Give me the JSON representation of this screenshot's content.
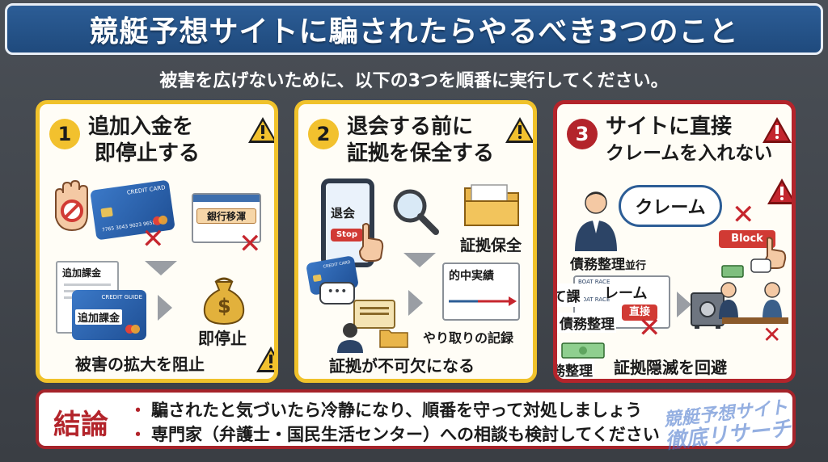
{
  "title": "競艇予想サイトに騙されたらやるべき3つのこと",
  "subtitle": "被害を広げないために、以下の3つを順番に実行してください。",
  "cards": [
    {
      "num": "1",
      "title_line1": "追加入金を",
      "title_line2": "即停止する",
      "labels": {
        "credit_card": "CREDIT CARD",
        "card_number": "7765 3043 9023 9658",
        "bank_transfer": "銀行移渾",
        "extra_charge_doc": "追加課金",
        "credit_guide": "CREDIT GUIDE",
        "extra_charge_card": "追加課金",
        "dollar": "$",
        "stop": "即停止",
        "footer": "被害の拡大を阻止"
      }
    },
    {
      "num": "2",
      "title_line1": "退会する前に",
      "title_line2": "証拠を保全する",
      "labels": {
        "withdraw": "退会",
        "stop_button": "Stop",
        "credit_card": "CREDIT CARD",
        "evidence_save": "証拠保全",
        "hit_record": "的中実績",
        "message_record": "やり取りの記録",
        "footer": "証拠が不可欠になる"
      }
    },
    {
      "num": "3",
      "title_line1": "サイトに直接",
      "title_line2": "クレームを入れない",
      "labels": {
        "claim": "クレーム",
        "block": "Block",
        "debt_consolidation_1": "債務整理",
        "debt_consolidation_1_suffix": "並行",
        "boat_race": "BOAT RACE",
        "boat_race_2": "BOAT RACE",
        "claim_fragment": "レーム",
        "direct": "直接",
        "fragment_left": "して課",
        "debt_consolidation_2": "】債務整理",
        "debt_consolidation_3": "債務整理",
        "footer": "証拠隠滅を回避"
      }
    }
  ],
  "conclusion": {
    "label": "結論",
    "line1": "騙されたと気づいたら冷静になり、順番を守って対処しましょう",
    "line2": "専門家（弁護士・国民生活センター）への相談も検討してください",
    "bullet": "・"
  },
  "watermark": {
    "line1": "競艇予想サイト",
    "line2": "徹底リサーチ"
  },
  "colors": {
    "title_bg": "#1f4a7d",
    "accent_yellow": "#f2c12e",
    "accent_red": "#b3242b",
    "card_bg": "#fffdf6"
  }
}
